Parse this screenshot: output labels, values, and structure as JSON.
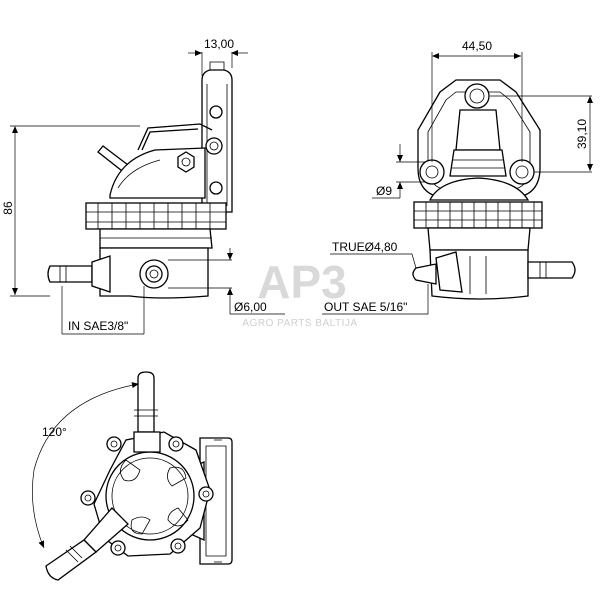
{
  "watermark": {
    "logo_text": "AP3",
    "tagline": "AGRO PARTS BALTIJA"
  },
  "dimensions": {
    "top_width": "13,00",
    "height": "86",
    "flange_width": "44,50",
    "flange_height": "39,10",
    "hole_diameter": "Ø9",
    "true_diameter": "TRUEØ4,80",
    "port_diameter": "Ø6,00",
    "inlet": "IN SAE3/8\"",
    "outlet": "OUT SAE 5/16\"",
    "angle": "120°"
  }
}
